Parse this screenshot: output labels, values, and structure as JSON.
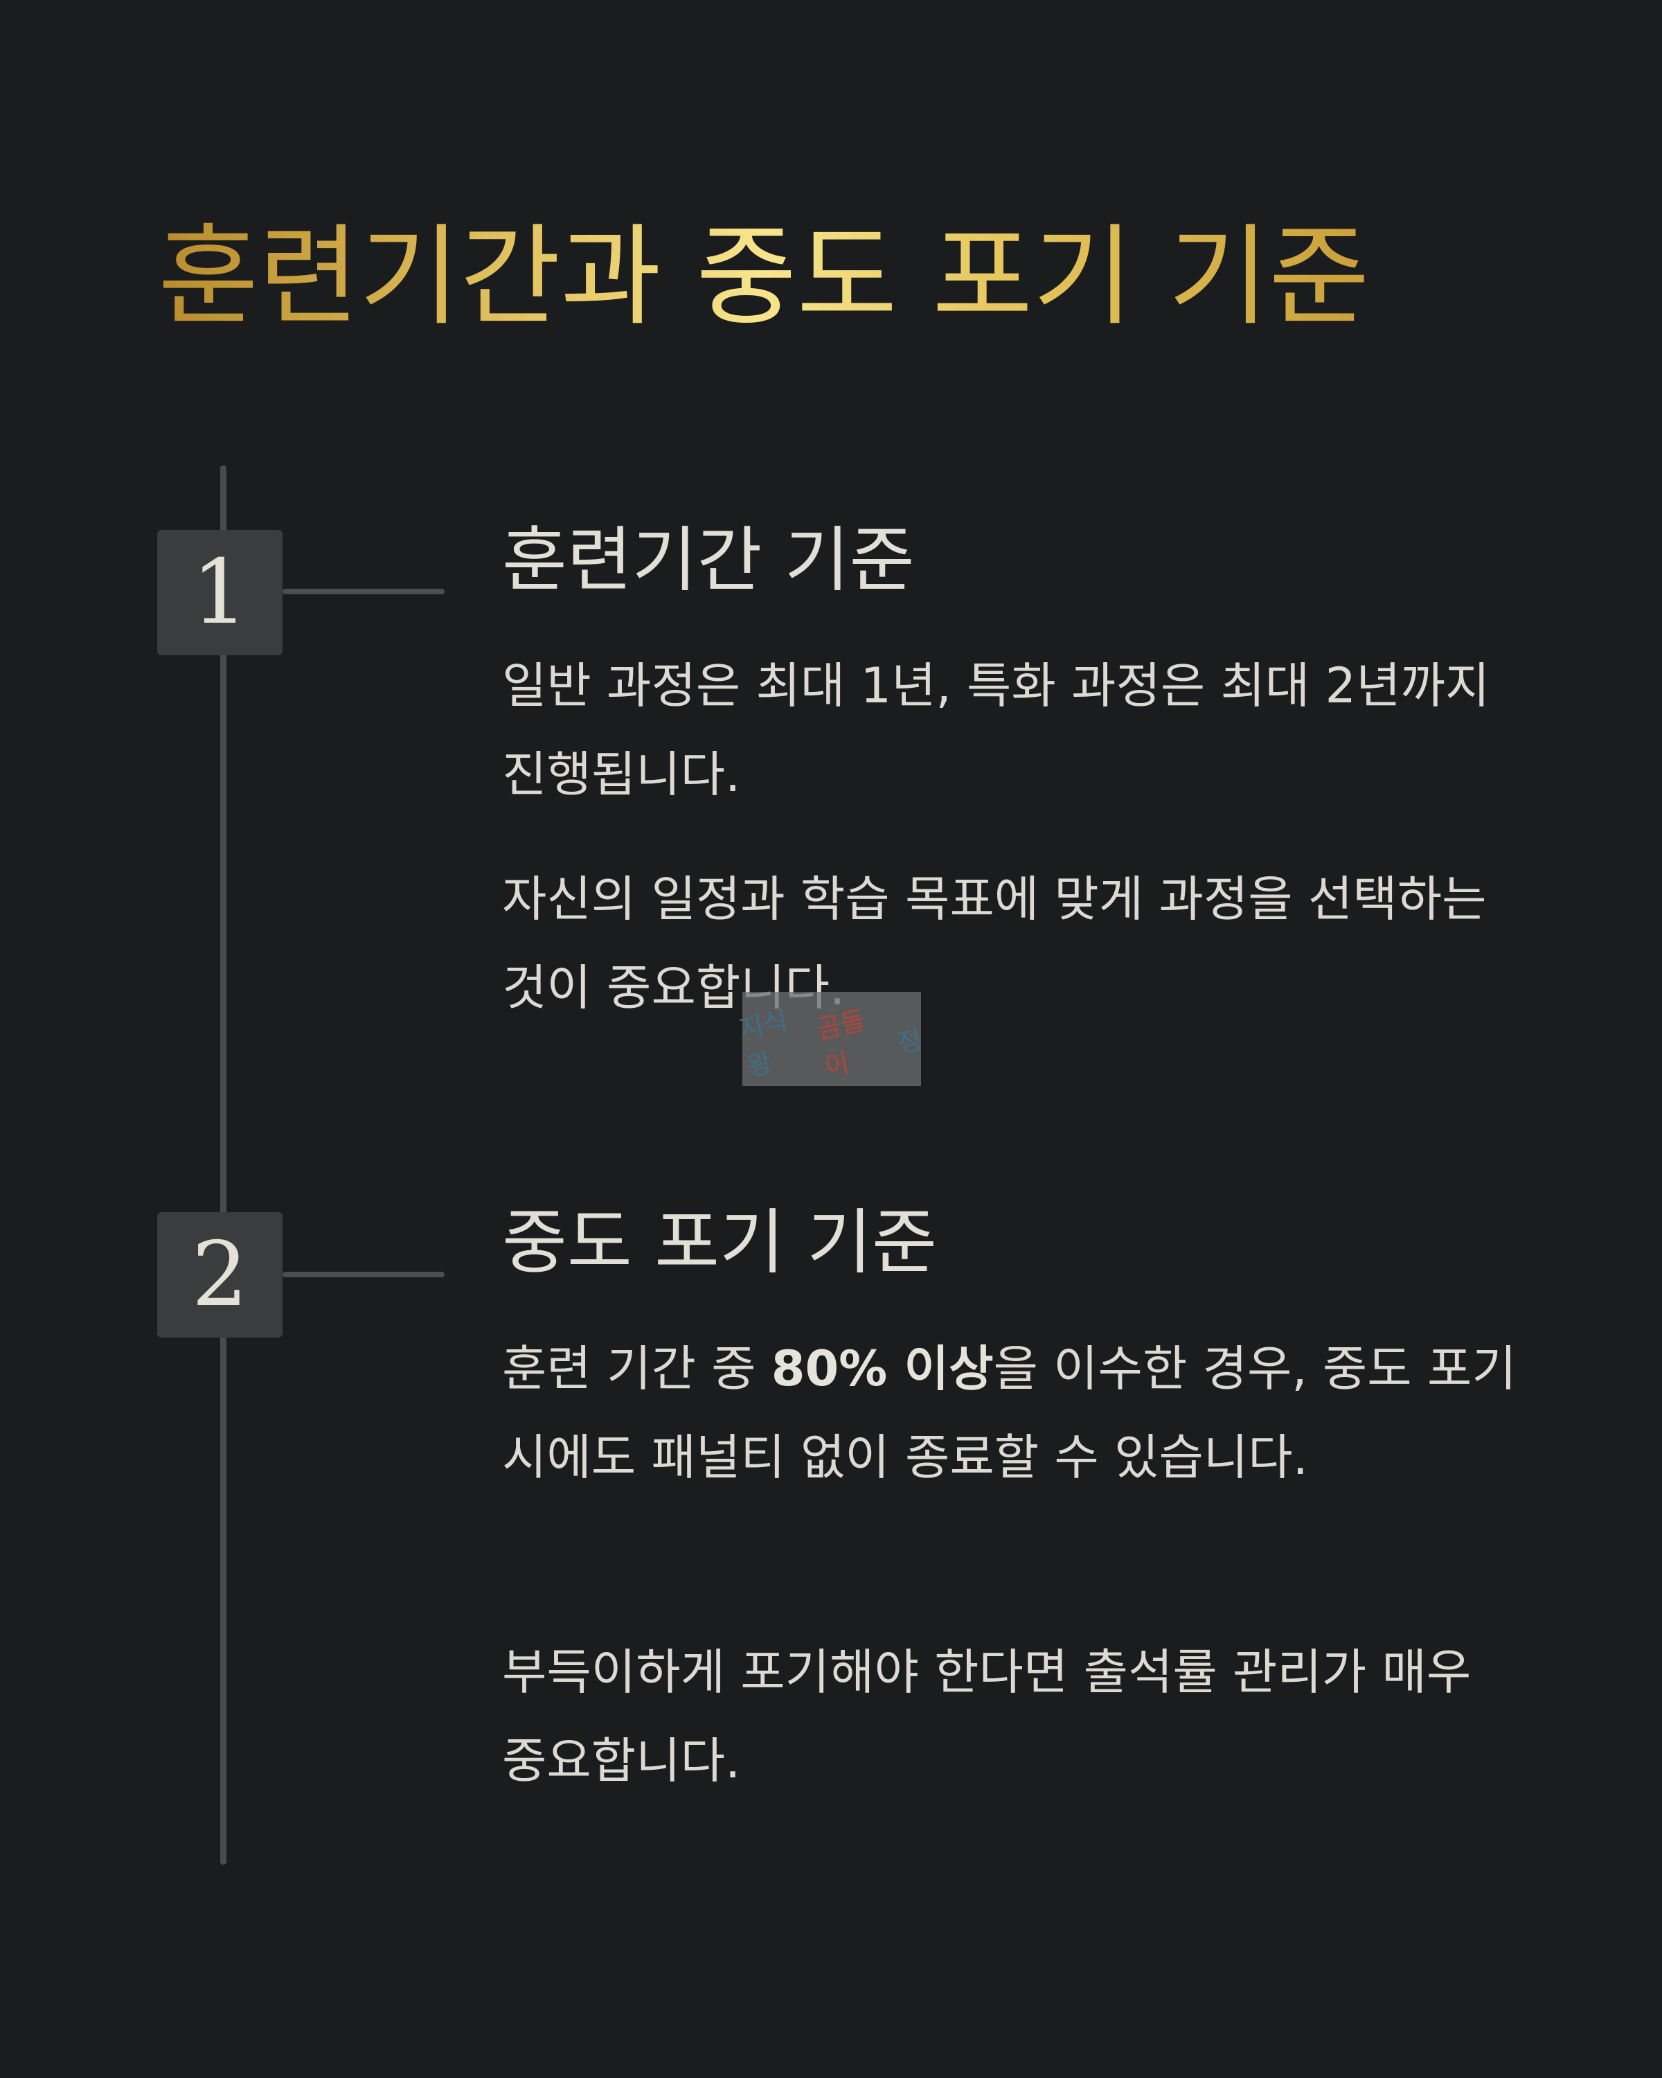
{
  "title": "훈련기간과 중도 포기 기준",
  "steps": [
    {
      "number": "1",
      "heading": "훈련기간 기준",
      "paragraphs": [
        "일반 과정은 최대 1년, 특화 과정은 최대 2년까지 진행됩니다.",
        "자신의 일정과 학습 목표에 맞게 과정을 선택하는 것이 중요합니다."
      ]
    },
    {
      "number": "2",
      "heading": "중도 포기 기준",
      "p1_before": "훈련 기간 중 ",
      "p1_bold": "80% 이상",
      "p1_after": "을 이수한 경우, 중도 포기 시에도 패널티 없이 종료할 수 있습니다.",
      "p2": "부득이하게 포기해야 한다면 출석률 관리가 매우 중요합니다."
    }
  ],
  "watermark": {
    "part1": "지식왕",
    "part2": "곰돌이",
    "part3": "정",
    "colors": {
      "part1": "#3f6e86",
      "part2": "#b0463a",
      "part3": "#3f6e86"
    }
  }
}
